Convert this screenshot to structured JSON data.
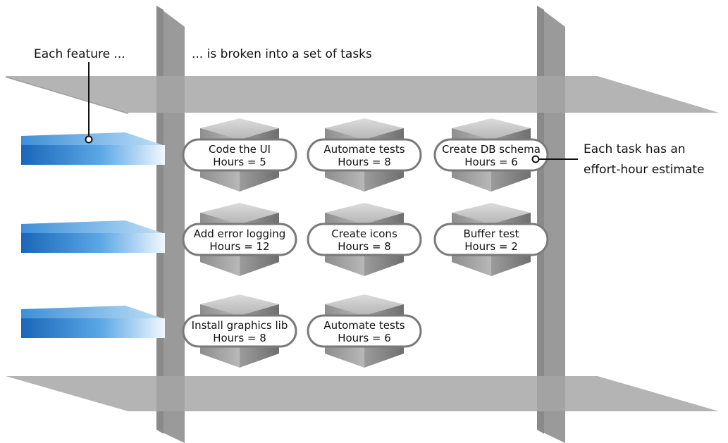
{
  "annotations": {
    "feature": "Each feature ...",
    "tasks": "... is broken into a set of tasks",
    "estimate_line1": "Each task has an",
    "estimate_line2": "effort-hour estimate"
  },
  "features": [
    {
      "id": "feature-1"
    },
    {
      "id": "feature-2"
    },
    {
      "id": "feature-3"
    }
  ],
  "tasks": [
    {
      "name": "Code the UI",
      "hours": "Hours = 5"
    },
    {
      "name": "Automate tests",
      "hours": "Hours = 8"
    },
    {
      "name": "Create DB schema",
      "hours": "Hours = 6"
    },
    {
      "name": "Add error logging",
      "hours": "Hours = 12"
    },
    {
      "name": "Create icons",
      "hours": "Hours = 8"
    },
    {
      "name": "Buffer test",
      "hours": "Hours = 2"
    },
    {
      "name": "Install graphics lib",
      "hours": "Hours = 8"
    },
    {
      "name": "Automate tests",
      "hours": "Hours = 6"
    }
  ],
  "colors": {
    "beam": "#b4b4b4",
    "beam_dark": "#8f8f8f",
    "feature_blue": "#1f74c6",
    "feature_top": "#4a9be0",
    "cube_top": "#c8c8c8",
    "cube_left": "#9a9a9a",
    "cube_right": "#7f7f7f"
  }
}
